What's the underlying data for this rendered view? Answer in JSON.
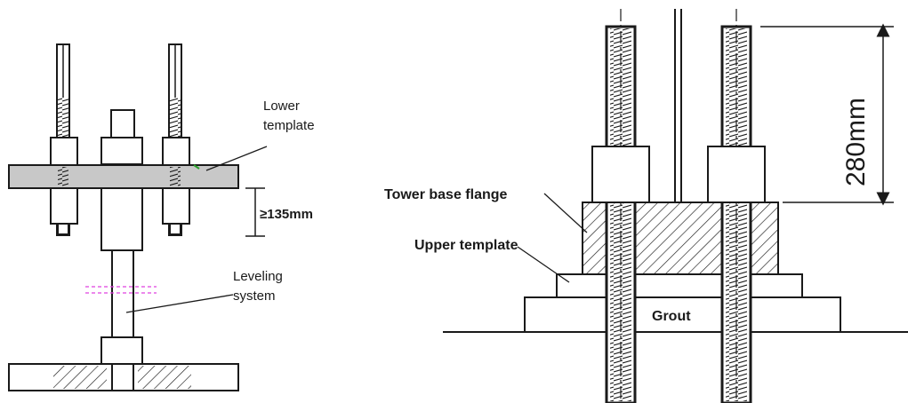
{
  "left_figure": {
    "labels": {
      "lower_template_line1": "Lower",
      "lower_template_line2": "template",
      "clearance": "≥135mm",
      "leveling_line1": "Leveling",
      "leveling_line2": "system"
    }
  },
  "right_figure": {
    "labels": {
      "tower_base_flange": "Tower base flange",
      "upper_template": "Upper template",
      "grout": "Grout",
      "height": "280mm"
    }
  },
  "colors": {
    "line": "#1a1a1a",
    "plate_fill": "#c8c8c8",
    "leveling_magenta": "#e040e0",
    "accent_green": "#2aa02a"
  }
}
